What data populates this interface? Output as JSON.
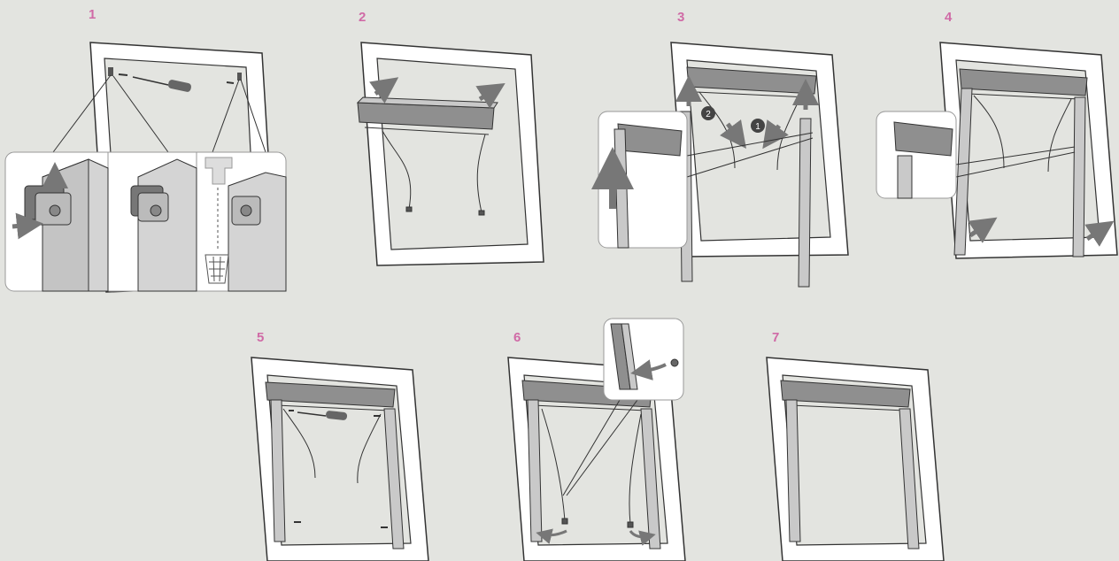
{
  "colors": {
    "background": "#e3e4e0",
    "step_number": "#d06aa6",
    "frame_fill": "#ffffff",
    "frame_stroke": "#333333",
    "blind_dark": "#8f8f8f",
    "blind_light": "#c9c9c9",
    "arrow_gray": "#777777",
    "callout_bg": "#ffffff"
  },
  "steps": [
    {
      "number": "1",
      "icons": [
        "clip-icon",
        "screw-icon",
        "screwdriver-icon",
        "arrow-icon",
        "trash-bin-icon"
      ]
    },
    {
      "number": "2",
      "icons": [
        "roller-blind-cassette-icon",
        "arrow-icon",
        "cord-icon"
      ]
    },
    {
      "number": "3",
      "icons": [
        "side-rail-icon",
        "arrow-icon",
        "order-badge-1-icon",
        "order-badge-2-icon"
      ],
      "badges": [
        "1",
        "2"
      ]
    },
    {
      "number": "4",
      "icons": [
        "side-rail-icon",
        "arrow-icon",
        "cassette-icon"
      ]
    },
    {
      "number": "5",
      "icons": [
        "screwdriver-icon",
        "screw-icon",
        "cord-icon"
      ]
    },
    {
      "number": "6",
      "icons": [
        "cord-end-icon",
        "arrow-icon",
        "bracket-icon"
      ]
    },
    {
      "number": "7",
      "icons": [
        "finished-blind-icon"
      ]
    }
  ]
}
